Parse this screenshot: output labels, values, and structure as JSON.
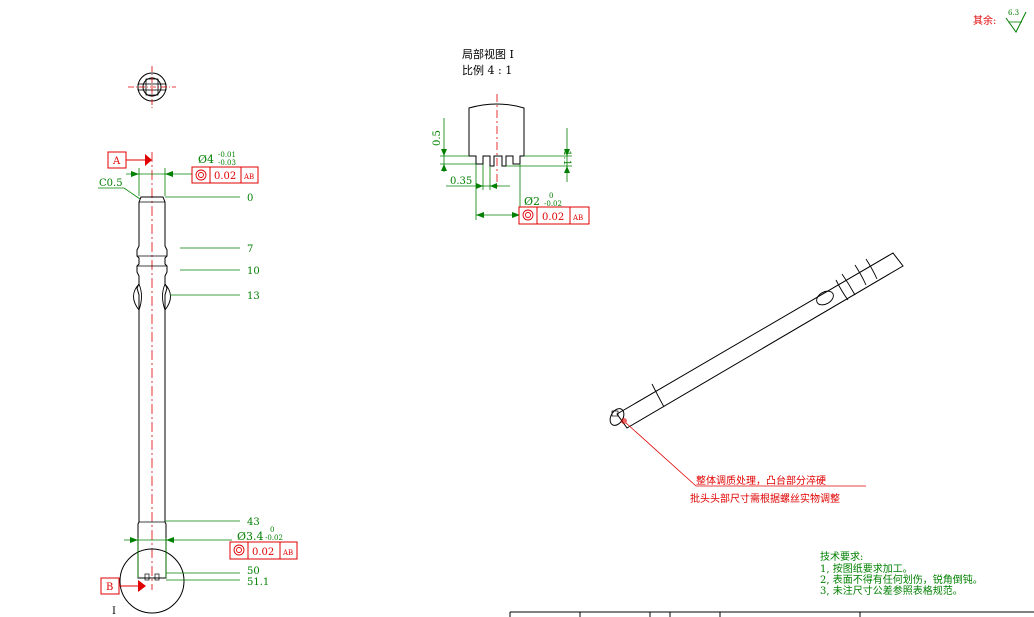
{
  "roughness": {
    "label": "其余:",
    "value": "6.3"
  },
  "detail": {
    "title": "局部视图 I",
    "scale": "比例 4 : 1"
  },
  "datums": {
    "a": "A",
    "b": "B"
  },
  "chamfer": "C0.5",
  "main_dims": {
    "dia_top": "Ø4",
    "dia_top_upper": "-0.01",
    "dia_top_lower": "-0.03",
    "dia_bottom": "Ø3.4",
    "dia_bottom_upper": "0",
    "dia_bottom_lower": "-0.02",
    "stations": [
      "0",
      "7",
      "10",
      "13",
      "43",
      "50",
      "51.1"
    ]
  },
  "tolerance_frames": [
    {
      "value": "0.02",
      "datum": "AB"
    },
    {
      "value": "0.02",
      "datum": "AB"
    },
    {
      "value": "0.02",
      "datum": "AB"
    }
  ],
  "detail_dims": {
    "height": "0.5",
    "width": "0.35",
    "slot": "1.1",
    "dia": "Ø2",
    "dia_upper": "0",
    "dia_lower": "-0.02"
  },
  "section_label": "I",
  "notes": {
    "line1": "整体调质处理，凸台部分淬硬",
    "line2": "批头头部尺寸需根据螺丝实物调整"
  },
  "requirements": {
    "title": "技术要求:",
    "items": [
      "1, 按图纸要求加工。",
      "2, 表面不得有任何划伤，锐角倒钝。",
      "3, 未注尺寸公差参照表格规范。"
    ]
  },
  "colors": {
    "dim": "#008000",
    "annotation": "#e00000",
    "line": "#000000"
  }
}
